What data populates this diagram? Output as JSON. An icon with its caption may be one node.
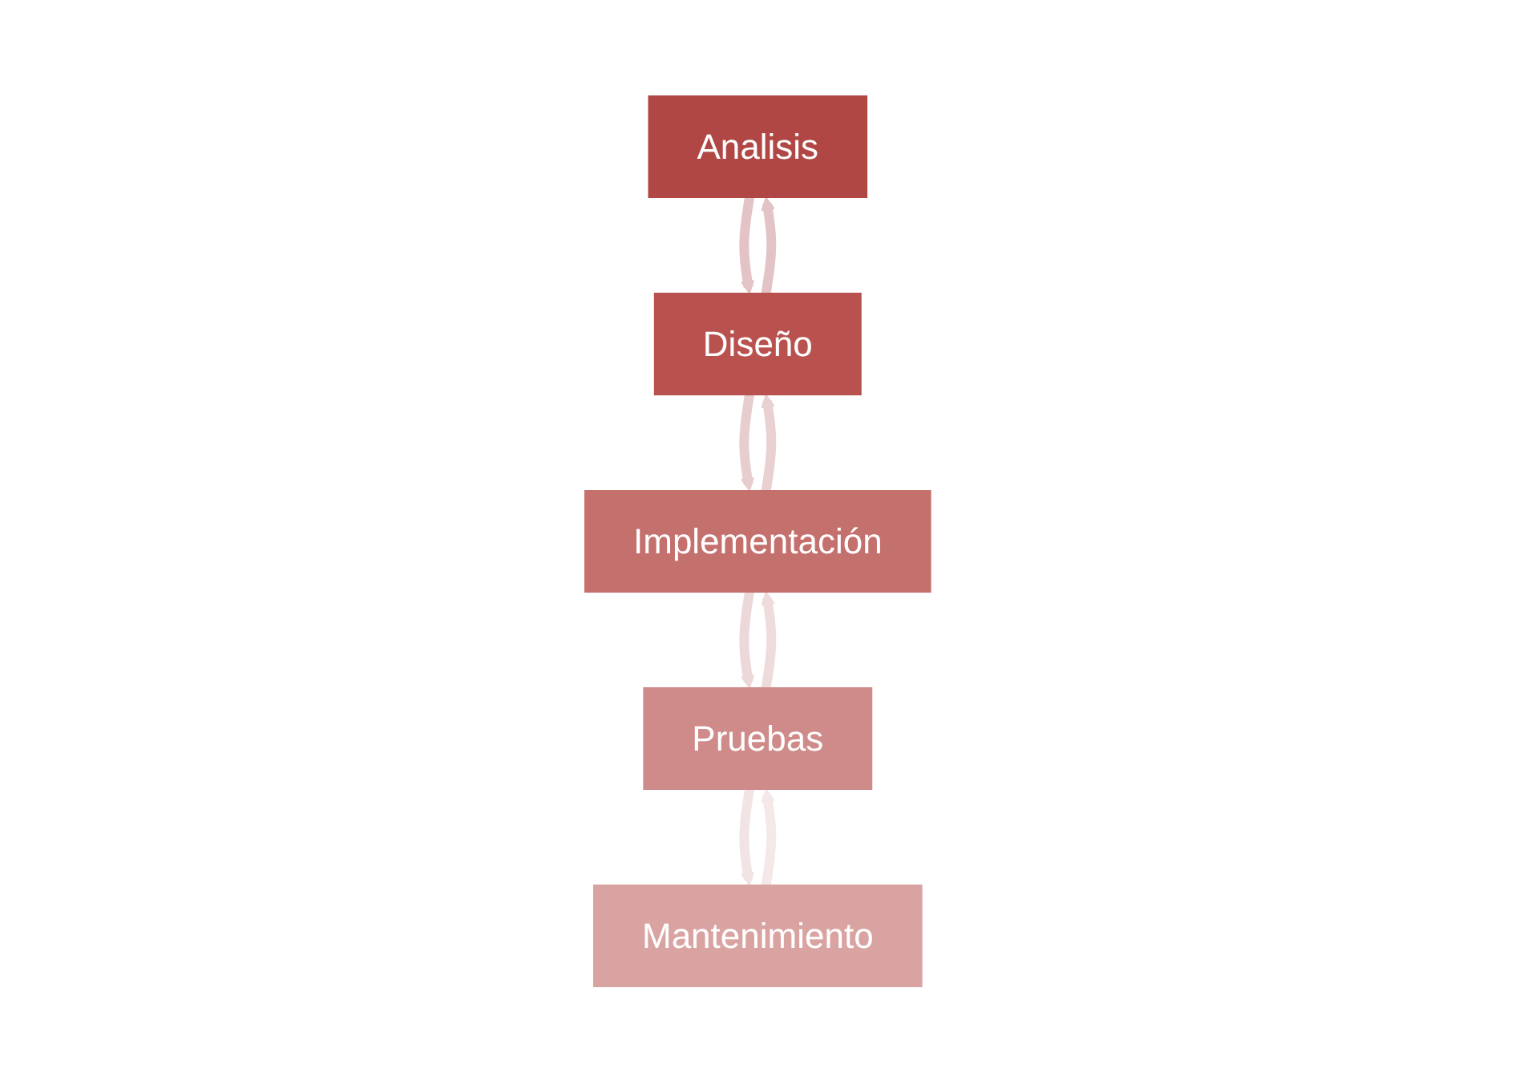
{
  "diagram": {
    "nodes": [
      {
        "text": [
          "Analisis"
        ]
      },
      {
        "text": [
          "Diseño"
        ]
      },
      {
        "text": [
          "Implementación"
        ]
      },
      {
        "text": [
          "Pruebas"
        ]
      },
      {
        "text": [
          "Mantenimiento"
        ]
      }
    ],
    "edges": [
      {
        "from": 0,
        "to": 1,
        "arrow": "to",
        "color": "#e3c3c5"
      },
      {
        "from": 1,
        "to": 2,
        "arrow": "to",
        "color": "#e8cdcf"
      },
      {
        "from": 2,
        "to": 3,
        "arrow": "to",
        "color": "#ecd8d9"
      },
      {
        "from": 3,
        "to": 4,
        "arrow": "to",
        "color": "#f2e4e4"
      },
      {
        "from": 1,
        "to": 0,
        "arrow": "to",
        "color": "#e3c4c6"
      },
      {
        "from": 2,
        "to": 1,
        "arrow": "to",
        "color": "#e9d0d1"
      },
      {
        "from": 3,
        "to": 2,
        "arrow": "to",
        "color": "#eedcdc"
      },
      {
        "from": 4,
        "to": 3,
        "arrow": "to",
        "color": "#f4e8e8"
      }
    ]
  }
}
